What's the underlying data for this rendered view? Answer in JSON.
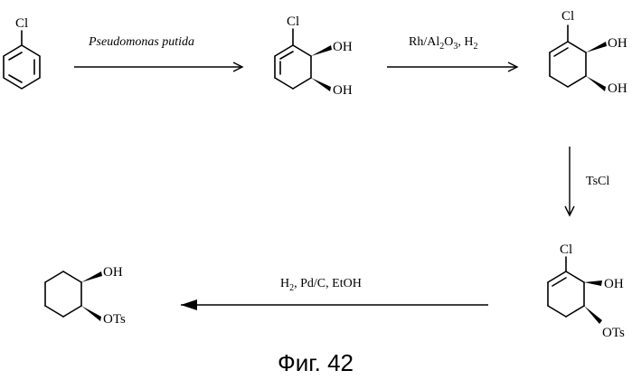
{
  "compounds": {
    "c1": {
      "cl": "Cl"
    },
    "c2": {
      "cl": "Cl",
      "oh1": "OH",
      "oh2": "OH"
    },
    "c3": {
      "cl": "Cl",
      "oh1": "OH",
      "oh2": "OH"
    },
    "c4": {
      "cl": "Cl",
      "oh": "OH",
      "ots": "OTs"
    },
    "c5": {
      "oh": "OH",
      "ots": "OTs"
    }
  },
  "reagents": {
    "step1": "Pseudomonas putida",
    "step2": {
      "a": "Rh/Al",
      "sub1": "2",
      "b": "O",
      "sub2": "3",
      "c": ", H",
      "sub3": "2"
    },
    "step3": "TsCl",
    "step4": {
      "a": "H",
      "sub1": "2",
      "b": ", Pd/C, EtOH"
    }
  },
  "caption": "Фиг. 42"
}
